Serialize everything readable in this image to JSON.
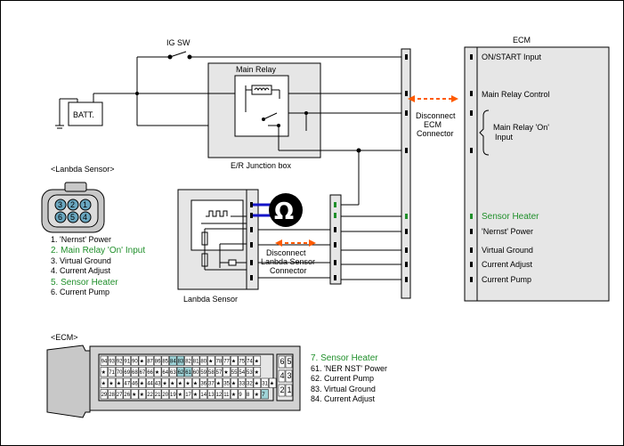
{
  "colors": {
    "line": "#000000",
    "green": "#1f8f2a",
    "orange": "#ff5a00",
    "blue": "#1414c8",
    "box": "#e6e6e6",
    "highlight": "#9fd4d8"
  },
  "ig_sw": "IG SW",
  "battery": "BATT.",
  "main_relay": "Main Relay",
  "junction_box": "E/R Junction box",
  "disconnect_ecm": [
    "Disconnect",
    "ECM",
    "Connector"
  ],
  "ecm": {
    "title": "ECM",
    "pins": [
      {
        "label": "ON/START Input",
        "highlight": false
      },
      {
        "label": "Main Relay Control",
        "highlight": false
      },
      {
        "label": "Main Relay 'On'",
        "highlight": false
      },
      {
        "label": "Input",
        "highlight": false
      },
      {
        "label": "Sensor Heater",
        "highlight": true
      },
      {
        "label": "'Nernst' Power",
        "highlight": false
      },
      {
        "label": "Virtual Ground",
        "highlight": false
      },
      {
        "label": "Current Adjust",
        "highlight": false
      },
      {
        "label": "Current Pump",
        "highlight": false
      }
    ]
  },
  "lambda_section": {
    "title": "<Lanbda Sensor>",
    "pins": [
      {
        "text": "1. 'Nernst' Power",
        "highlight": false
      },
      {
        "text": "2. Main Relay 'On' Input",
        "highlight": true
      },
      {
        "text": "3. Virtual Ground",
        "highlight": false
      },
      {
        "text": "4. Current Adjust",
        "highlight": false
      },
      {
        "text": "5. Sensor Heater",
        "highlight": true
      },
      {
        "text": "6. Current Pump",
        "highlight": false
      }
    ],
    "connector_numbers": [
      "3",
      "2",
      "1",
      "6",
      "5",
      "4"
    ]
  },
  "lambda_sensor_label": "Lanbda Sensor",
  "ohm_symbol": "Ω",
  "disconnect_lambda": [
    "Disconnect",
    "Lanbda Sensor",
    "Connector"
  ],
  "ecm_connector": {
    "title": "<ECM>",
    "pins": [
      {
        "text": "7. Sensor Heater",
        "highlight": true
      },
      {
        "text": "61. 'NER NST' Power",
        "highlight": false
      },
      {
        "text": "62. Current Pump",
        "highlight": false
      },
      {
        "text": "83. Virtual Ground",
        "highlight": false
      },
      {
        "text": "84. Current Adjust",
        "highlight": false
      }
    ],
    "row1": [
      "94",
      "93",
      "92",
      "91",
      "90",
      "★",
      "87",
      "86",
      "85",
      "84",
      "83",
      "82",
      "81",
      "80",
      "★",
      "78",
      "77",
      "★",
      "75",
      "74",
      "★"
    ],
    "row2": [
      "★",
      "71",
      "70",
      "69",
      "68",
      "67",
      "66",
      "★",
      "64",
      "63",
      "62",
      "61",
      "60",
      "59",
      "58",
      "57",
      "★",
      "55",
      "54",
      "53",
      "★"
    ],
    "row3": [
      "★",
      "★",
      "★",
      "47",
      "46",
      "★",
      "44",
      "43",
      "★",
      "★",
      "★",
      "★",
      "★",
      "36",
      "37",
      "★",
      "35",
      "★",
      "33",
      "32",
      "★",
      "31",
      "★"
    ],
    "row4": [
      "29",
      "28",
      "27",
      "26",
      "★",
      "★",
      "22",
      "21",
      "20",
      "19",
      "★",
      "17",
      "★",
      "14",
      "13",
      "12",
      "11",
      "★",
      "9",
      "8",
      "★",
      "7"
    ],
    "right_block": [
      "6",
      "5",
      "4",
      "3",
      "2",
      "1"
    ]
  }
}
